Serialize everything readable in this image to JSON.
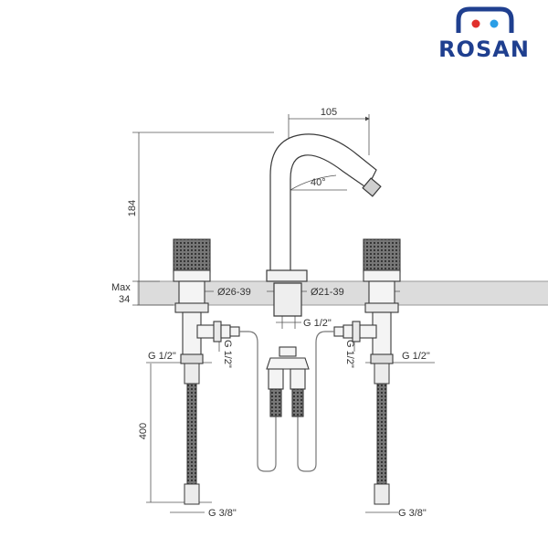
{
  "brand": {
    "name": "ROSAN",
    "colors": {
      "navy": "#1f3f8f",
      "red": "#e0302c",
      "blue": "#2a9ee6"
    }
  },
  "dimensions": {
    "spout_reach": "105",
    "height": "184",
    "deck_max_label": "Max",
    "deck_max_value": "34",
    "hole_side": "Ø26-39",
    "hole_center": "Ø21-39",
    "center_connection": "G 1/2\"",
    "left_inlet": "G 1/2\"",
    "right_inlet": "G 1/2\"",
    "left_valve_thread": "G 1/2\"",
    "right_valve_thread": "G 1/2\"",
    "hose_length": "400",
    "left_hose_end": "G 3/8\"",
    "right_hose_end": "G 3/8\"",
    "spout_angle": "40°"
  },
  "colors": {
    "line": "#3a3a3a",
    "dim_line": "#555555",
    "deck": "#d9d9d9"
  }
}
